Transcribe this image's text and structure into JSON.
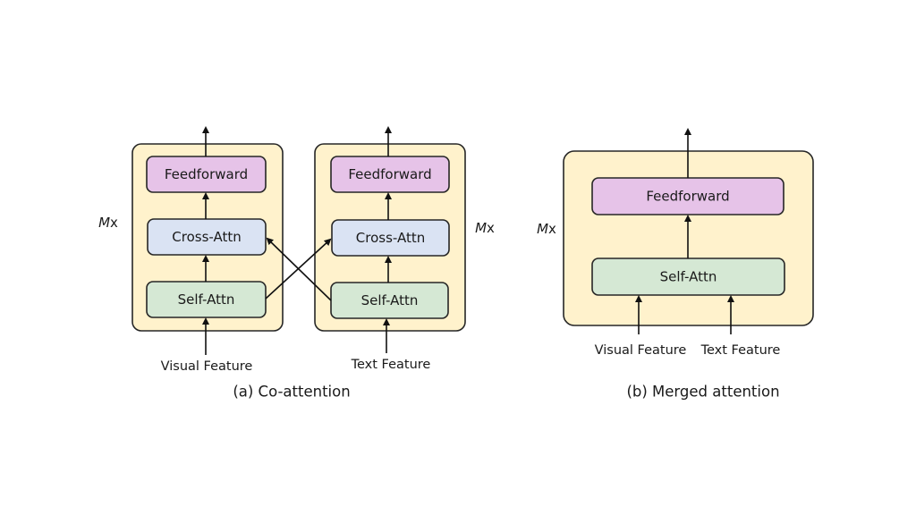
{
  "co_attention": {
    "caption": "(a) Co-attention",
    "visual_stream": {
      "repeat_label_m": "M",
      "repeat_label_x": "x",
      "feedforward": "Feedforward",
      "cross_attn": "Cross-Attn",
      "self_attn": "Self-Attn",
      "input_label": "Visual Feature"
    },
    "text_stream": {
      "repeat_label_m": "M",
      "repeat_label_x": "x",
      "feedforward": "Feedforward",
      "cross_attn": "Cross-Attn",
      "self_attn": "Self-Attn",
      "input_label": "Text Feature"
    }
  },
  "merged_attention": {
    "caption": "(b) Merged attention",
    "repeat_label_m": "M",
    "repeat_label_x": "x",
    "feedforward": "Feedforward",
    "self_attn": "Self-Attn",
    "input_labels": [
      "Visual Feature",
      "Text Feature"
    ]
  },
  "colors": {
    "outer_block": "#fff2cc",
    "feedforward": "#e6c3e8",
    "cross_attn": "#dae3f3",
    "self_attn": "#d5e8d4",
    "stroke": "#262626"
  }
}
